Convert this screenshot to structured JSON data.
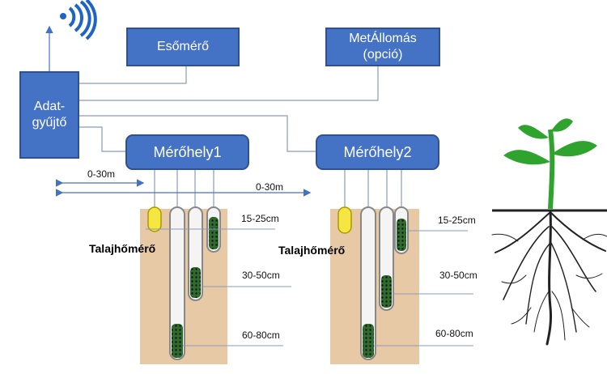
{
  "boxes": {
    "datalogger": "Adat-\ngyűjtő",
    "rain_gauge": "Esőmérő",
    "weather_station": "MetÁllomás\n(opció)",
    "site1": "Mérőhely1",
    "site2": "Mérőhely2"
  },
  "distances": {
    "d1": "0-30m",
    "d2": "0-30m"
  },
  "site1": {
    "depth_1": "15-25cm",
    "depth_2": "30-50cm",
    "depth_3": "60-80cm",
    "temp_label": "Talajhőmérő"
  },
  "site2": {
    "depth_1": "15-25cm",
    "depth_2": "30-50cm",
    "depth_3": "60-80cm",
    "temp_label": "Talajhőmérő"
  },
  "colors": {
    "box": "#4472c4",
    "soil": "#e8c9a6",
    "temp_sensor": "#f5e642",
    "plant": "#2ea32e"
  },
  "icons": {
    "wireless": "wifi-signal-icon",
    "plant": "plant-with-roots-icon"
  }
}
